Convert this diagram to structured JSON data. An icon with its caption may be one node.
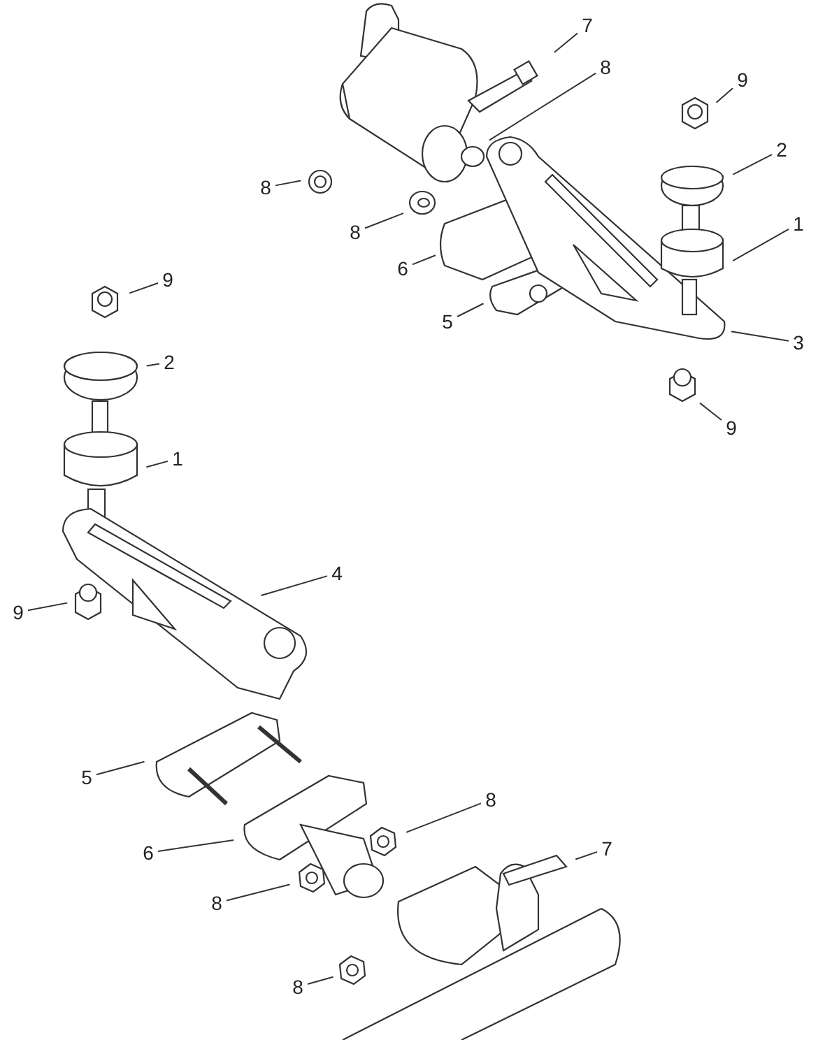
{
  "diagram": {
    "nodes": [
      {
        "text": [
          "7"
        ]
      },
      {
        "text": [
          "8"
        ]
      },
      {
        "text": [
          "9"
        ]
      },
      {
        "text": [
          "2"
        ]
      },
      {
        "text": [
          "8"
        ]
      },
      {
        "text": [
          "1"
        ]
      },
      {
        "text": [
          "8"
        ]
      },
      {
        "text": [
          "6"
        ]
      },
      {
        "text": [
          "9"
        ]
      },
      {
        "text": [
          "5"
        ]
      },
      {
        "text": [
          "3"
        ]
      },
      {
        "text": [
          "2"
        ]
      },
      {
        "text": [
          "9"
        ]
      },
      {
        "text": [
          "1"
        ]
      },
      {
        "text": [
          "4"
        ]
      },
      {
        "text": [
          "9"
        ]
      },
      {
        "text": [
          "5"
        ]
      },
      {
        "text": [
          "8"
        ]
      },
      {
        "text": [
          "7"
        ]
      },
      {
        "text": [
          "6"
        ]
      },
      {
        "text": [
          "8"
        ]
      },
      {
        "text": [
          "8"
        ]
      }
    ],
    "edges": [
      {
        "from": 0,
        "to": null,
        "arrow": "none"
      },
      {
        "from": 1,
        "to": null,
        "arrow": "none"
      },
      {
        "from": 2,
        "to": null,
        "arrow": "none"
      },
      {
        "from": 3,
        "to": null,
        "arrow": "none"
      },
      {
        "from": 4,
        "to": null,
        "arrow": "none"
      },
      {
        "from": 5,
        "to": null,
        "arrow": "none"
      },
      {
        "from": 6,
        "to": null,
        "arrow": "none"
      },
      {
        "from": 7,
        "to": null,
        "arrow": "none"
      },
      {
        "from": 8,
        "to": null,
        "arrow": "none"
      },
      {
        "from": 9,
        "to": null,
        "arrow": "none"
      },
      {
        "from": 10,
        "to": null,
        "arrow": "none"
      },
      {
        "from": 11,
        "to": null,
        "arrow": "none"
      },
      {
        "from": 12,
        "to": null,
        "arrow": "none"
      },
      {
        "from": 13,
        "to": null,
        "arrow": "none"
      },
      {
        "from": 14,
        "to": null,
        "arrow": "none"
      },
      {
        "from": 15,
        "to": null,
        "arrow": "none"
      },
      {
        "from": 16,
        "to": null,
        "arrow": "none"
      },
      {
        "from": 17,
        "to": null,
        "arrow": "none"
      },
      {
        "from": 18,
        "to": null,
        "arrow": "none"
      },
      {
        "from": 19,
        "to": null,
        "arrow": "none"
      },
      {
        "from": 20,
        "to": null,
        "arrow": "none"
      },
      {
        "from": 21,
        "to": null,
        "arrow": "none"
      }
    ]
  }
}
